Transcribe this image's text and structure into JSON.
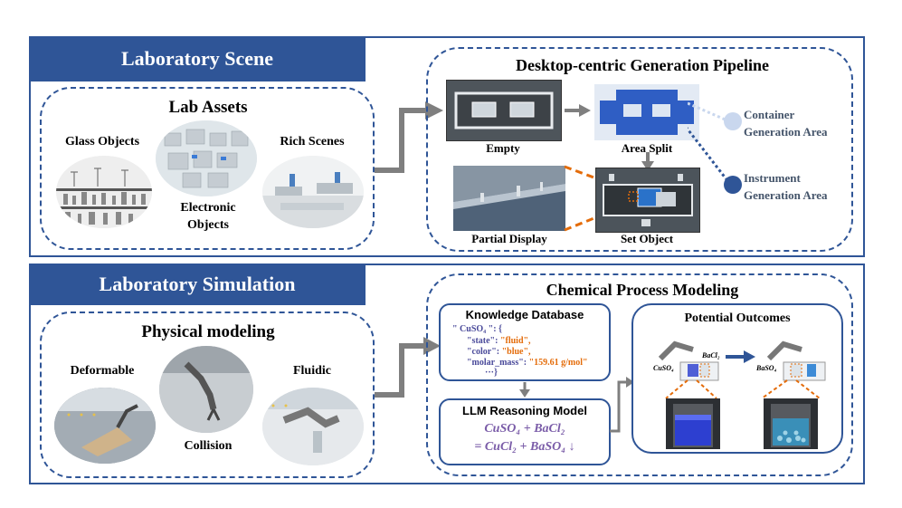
{
  "sections": {
    "scene": {
      "tab_label": "Laboratory Scene",
      "assets": {
        "title": "Lab  Assets",
        "glass_label": "Glass Objects",
        "rich_label": "Rich Scenes",
        "electronic_label": "Electronic\nObjects"
      },
      "pipeline": {
        "title": "Desktop-centric Generation Pipeline",
        "empty_label": "Empty",
        "area_split_label": "Area Split",
        "partial_label": "Partial Display",
        "set_object_label": "Set Object",
        "container_label_1": "Container",
        "container_label_2": "Generation Area",
        "instrument_label_1": "Instrument",
        "instrument_label_2": "Generation Area"
      }
    },
    "simulation": {
      "tab_label": "Laboratory Simulation",
      "physical": {
        "title": "Physical modeling",
        "deformable_label": "Deformable",
        "fluidic_label": "Fluidic",
        "collision_label": "Collision"
      },
      "chemical": {
        "title": "Chemical Process Modeling",
        "kb_title": "Knowledge Database",
        "kb_line1": "\" CuSO₄ \": {",
        "kb_state_key": "\"state\": ",
        "kb_state_val": "\"fluid\",",
        "kb_color_key": "\"color\": ",
        "kb_color_val": "\"blue\",",
        "kb_molar_key": "\"molar_mass\": ",
        "kb_molar_val": "\"159.61 g/mol\"",
        "kb_end": "···}",
        "llm_title": "LLM Reasoning Model",
        "llm_eq1": "CuSO₄ + BaCl₂",
        "llm_eq2": "= CuCl₂ + BaSO₄ ↓",
        "outcomes_title": "Potential Outcomes",
        "cuso4_tag": "CuSO₄",
        "bacl2_tag": "BaCl₂",
        "baso4_tag": "BaSO₄"
      }
    }
  },
  "colors": {
    "primary": "#2f5597",
    "accent_orange": "#e46c0a",
    "container_dot": "#c9d7ee",
    "instrument_dot": "#2f5597",
    "arrow_gray": "#7f7f7f"
  }
}
